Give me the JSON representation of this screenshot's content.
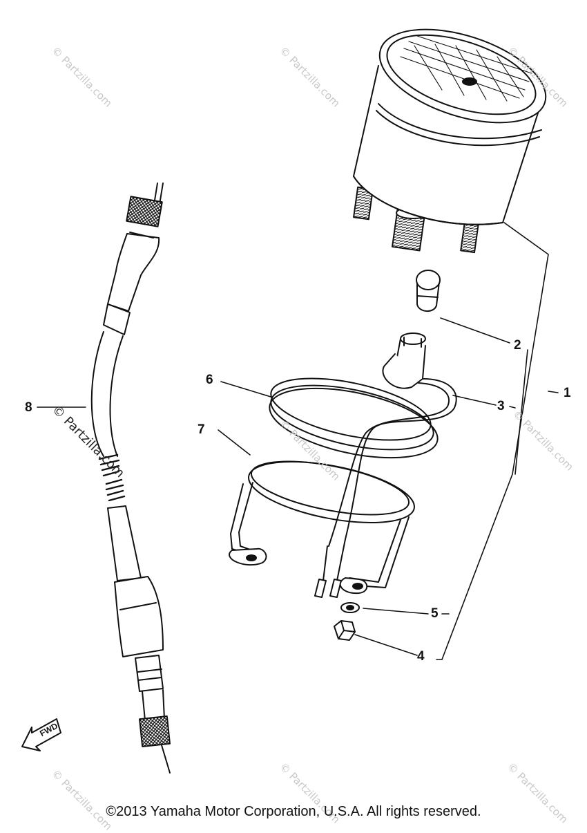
{
  "diagram": {
    "callouts": [
      "1",
      "2",
      "3",
      "4",
      "5",
      "6",
      "7",
      "8"
    ],
    "fwd_label": "FWD",
    "watermark": "© Partzilla.com",
    "copyright": "©2013 Yamaha Motor Corporation, U.S.A. All rights reserved."
  }
}
